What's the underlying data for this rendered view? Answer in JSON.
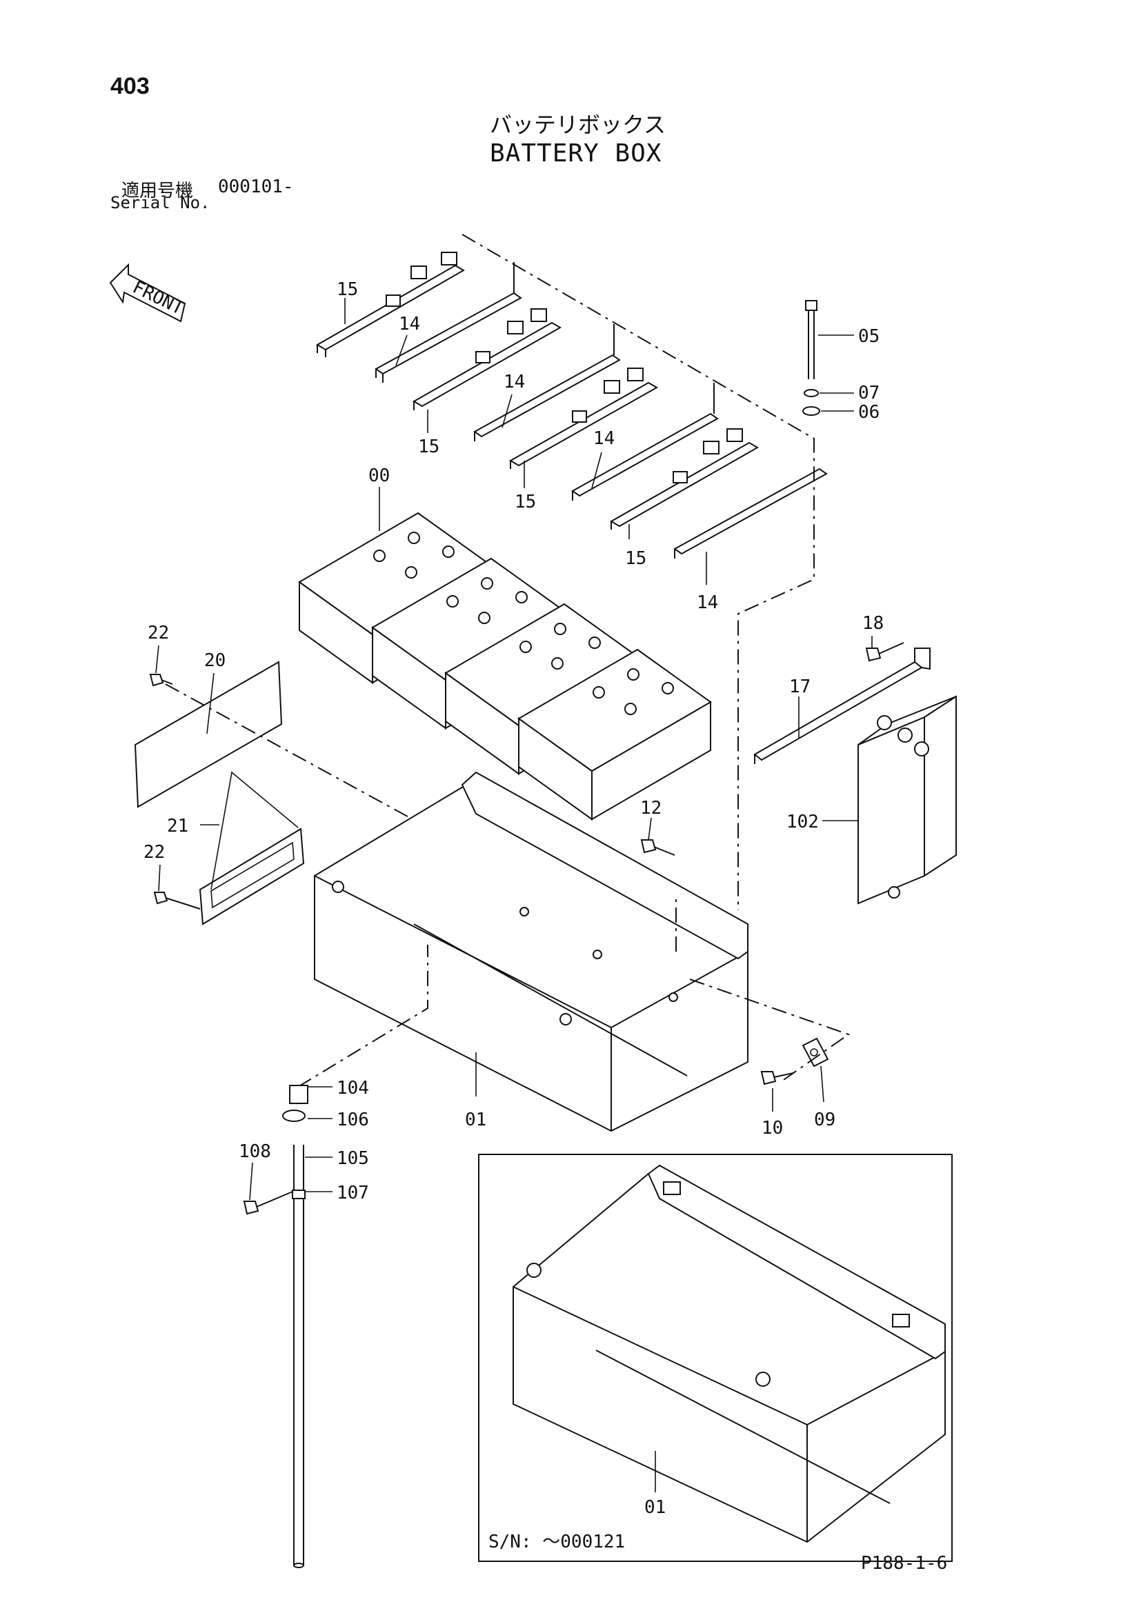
{
  "header": {
    "page_number": "403",
    "title_jp": "バッテリボックス",
    "title_en": "BATTERY BOX",
    "serial_label_jp": "適用号機",
    "serial_value": "000101-",
    "serial_label_en": "Serial No."
  },
  "direction_indicator": "FRONT",
  "callouts": {
    "c15a": "15",
    "c14a": "14",
    "c15b": "15",
    "c14b": "14",
    "c15c": "15",
    "c14c": "14",
    "c15d": "15",
    "c14d": "14",
    "c05": "05",
    "c07": "07",
    "c06": "06",
    "c00": "00",
    "c22a": "22",
    "c20": "20",
    "c21": "21",
    "c22b": "22",
    "c18": "18",
    "c17": "17",
    "c102": "102",
    "c12": "12",
    "c104": "104",
    "c106": "106",
    "c108": "108",
    "c105": "105",
    "c107": "107",
    "c01": "01",
    "c10": "10",
    "c09": "09",
    "c01b": "01"
  },
  "inset": {
    "serial_note": "S/N: ～000121"
  },
  "footer": {
    "sheet_code": "P188-1-6"
  }
}
